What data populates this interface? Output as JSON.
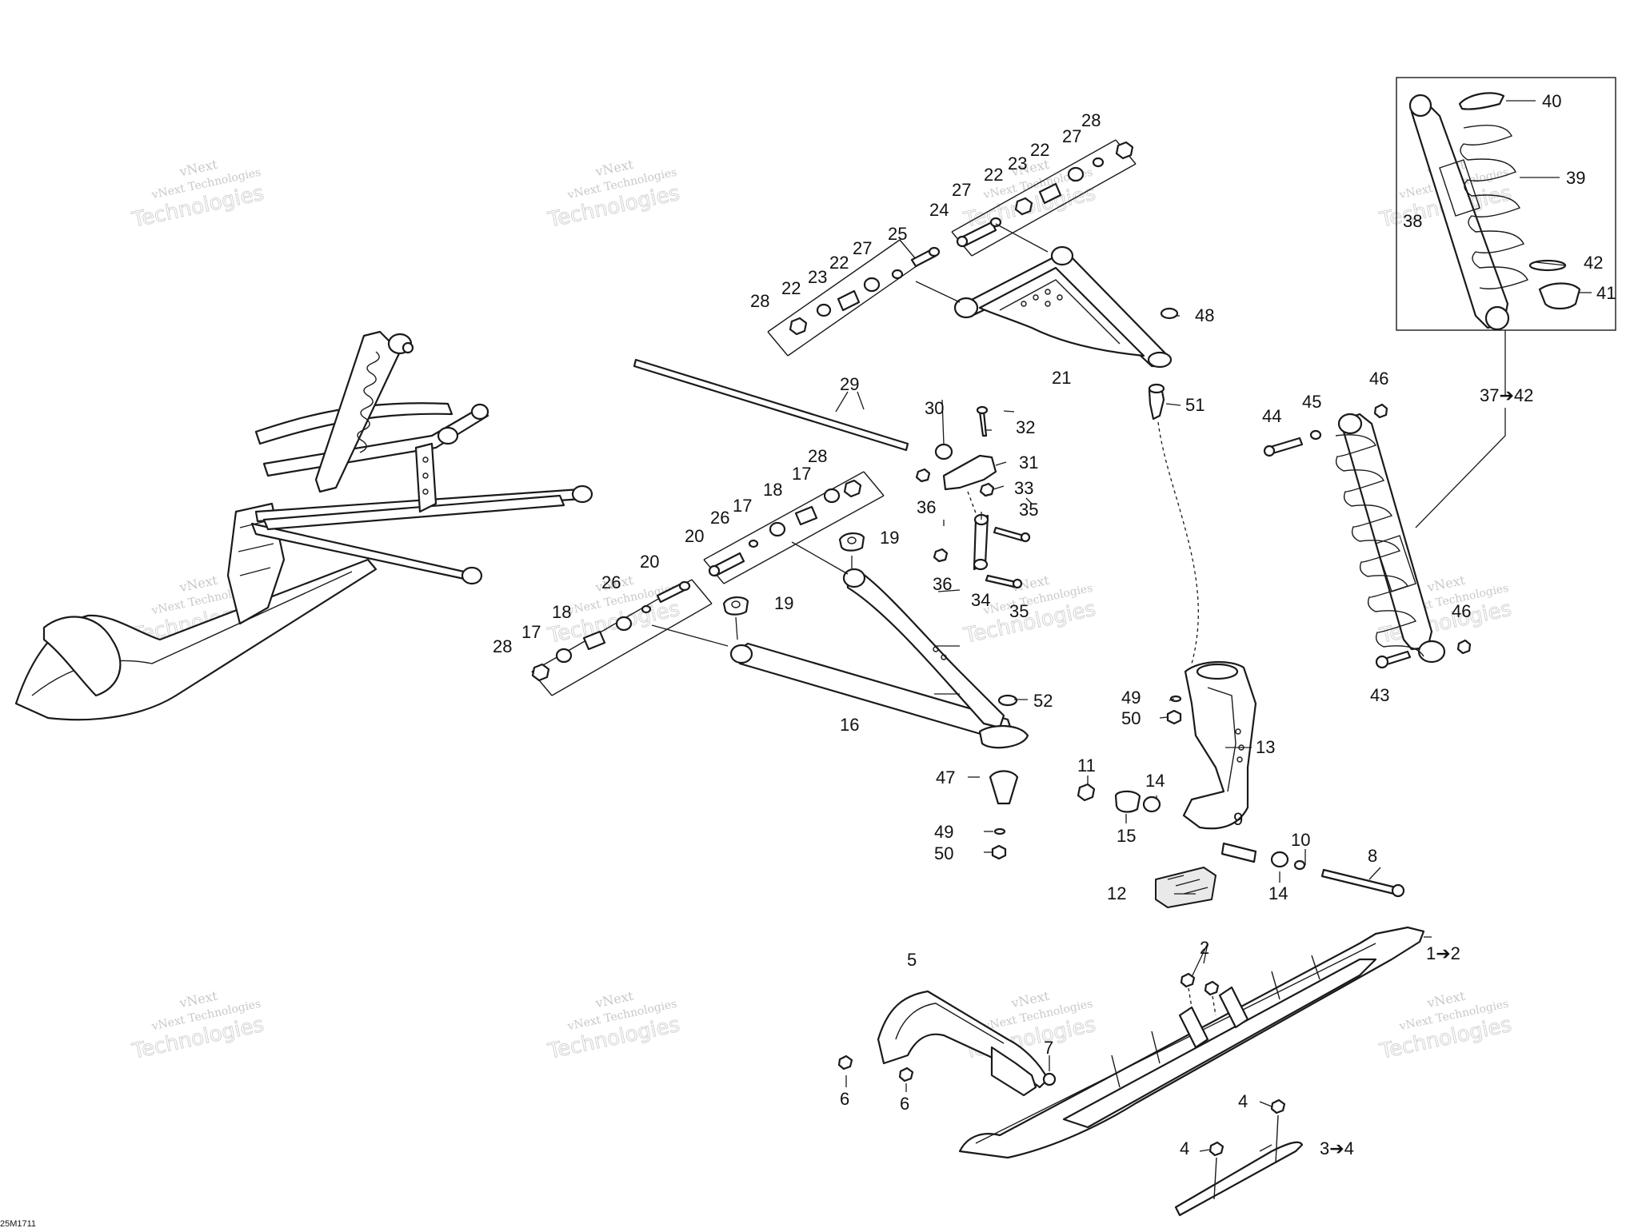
{
  "drawing_code": "25M1711",
  "watermark": {
    "line1": "vNext",
    "line2": "vNext Technologies",
    "line3": "Technologies"
  },
  "callouts": {
    "c1": "1➔2",
    "c2": "2",
    "c3": "3➔4",
    "c4a": "4",
    "c4b": "4",
    "c5": "5",
    "c6a": "6",
    "c6b": "6",
    "c7": "7",
    "c8": "8",
    "c9": "9",
    "c10": "10",
    "c11": "11",
    "c12": "12",
    "c13": "13",
    "c14a": "14",
    "c14b": "14",
    "c15": "15",
    "c16": "16",
    "c17a": "17",
    "c17b": "17",
    "c17c": "17",
    "c18a": "18",
    "c18b": "18",
    "c19a": "19",
    "c19b": "19",
    "c20a": "20",
    "c20b": "20",
    "c21": "21",
    "c22a": "22",
    "c22b": "22",
    "c22c": "22",
    "c22d": "22",
    "c23a": "23",
    "c23b": "23",
    "c24": "24",
    "c25": "25",
    "c26a": "26",
    "c26b": "26",
    "c27a": "27",
    "c27b": "27",
    "c27c": "27",
    "c28a": "28",
    "c28b": "28",
    "c28c": "28",
    "c28d": "28",
    "c29": "29",
    "c30": "30",
    "c31": "31",
    "c32": "32",
    "c33": "33",
    "c34": "34",
    "c35a": "35",
    "c35b": "35",
    "c36a": "36",
    "c36b": "36",
    "c37": "37➔42",
    "c38": "38",
    "c39": "39",
    "c40": "40",
    "c41": "41",
    "c42": "42",
    "c43": "43",
    "c44": "44",
    "c45": "45",
    "c46a": "46",
    "c46b": "46",
    "c47": "47",
    "c48": "48",
    "c49a": "49",
    "c49b": "49",
    "c50a": "50",
    "c50b": "50",
    "c51": "51",
    "c52": "52"
  }
}
